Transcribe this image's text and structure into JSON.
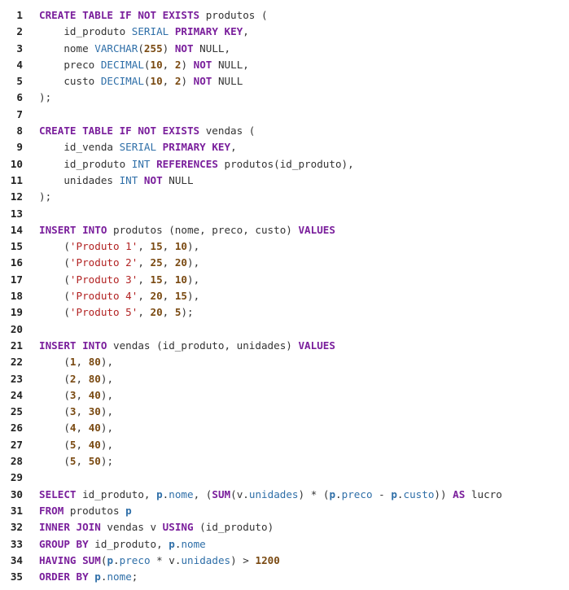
{
  "editor": {
    "lines": [
      {
        "n": "1",
        "tokens": [
          {
            "t": "kw",
            "v": "CREATE TABLE IF NOT EXISTS"
          },
          {
            "t": "plain",
            "v": " produtos ("
          }
        ]
      },
      {
        "n": "2",
        "tokens": [
          {
            "t": "plain",
            "v": "    id_produto "
          },
          {
            "t": "type",
            "v": "SERIAL"
          },
          {
            "t": "plain",
            "v": " "
          },
          {
            "t": "kw",
            "v": "PRIMARY KEY"
          },
          {
            "t": "plain",
            "v": ","
          }
        ]
      },
      {
        "n": "3",
        "tokens": [
          {
            "t": "plain",
            "v": "    nome "
          },
          {
            "t": "type",
            "v": "VARCHAR"
          },
          {
            "t": "plain",
            "v": "("
          },
          {
            "t": "num",
            "v": "255"
          },
          {
            "t": "plain",
            "v": ") "
          },
          {
            "t": "kw",
            "v": "NOT"
          },
          {
            "t": "plain",
            "v": " NULL,"
          }
        ]
      },
      {
        "n": "4",
        "tokens": [
          {
            "t": "plain",
            "v": "    preco "
          },
          {
            "t": "type",
            "v": "DECIMAL"
          },
          {
            "t": "plain",
            "v": "("
          },
          {
            "t": "num",
            "v": "10"
          },
          {
            "t": "plain",
            "v": ", "
          },
          {
            "t": "num",
            "v": "2"
          },
          {
            "t": "plain",
            "v": ") "
          },
          {
            "t": "kw",
            "v": "NOT"
          },
          {
            "t": "plain",
            "v": " NULL,"
          }
        ]
      },
      {
        "n": "5",
        "tokens": [
          {
            "t": "plain",
            "v": "    custo "
          },
          {
            "t": "type",
            "v": "DECIMAL"
          },
          {
            "t": "plain",
            "v": "("
          },
          {
            "t": "num",
            "v": "10"
          },
          {
            "t": "plain",
            "v": ", "
          },
          {
            "t": "num",
            "v": "2"
          },
          {
            "t": "plain",
            "v": ") "
          },
          {
            "t": "kw",
            "v": "NOT"
          },
          {
            "t": "plain",
            "v": " NULL"
          }
        ]
      },
      {
        "n": "6",
        "tokens": [
          {
            "t": "plain",
            "v": ");"
          }
        ]
      },
      {
        "n": "7",
        "tokens": []
      },
      {
        "n": "8",
        "tokens": [
          {
            "t": "kw",
            "v": "CREATE TABLE IF NOT EXISTS"
          },
          {
            "t": "plain",
            "v": " vendas ("
          }
        ]
      },
      {
        "n": "9",
        "tokens": [
          {
            "t": "plain",
            "v": "    id_venda "
          },
          {
            "t": "type",
            "v": "SERIAL"
          },
          {
            "t": "plain",
            "v": " "
          },
          {
            "t": "kw",
            "v": "PRIMARY KEY"
          },
          {
            "t": "plain",
            "v": ","
          }
        ]
      },
      {
        "n": "10",
        "tokens": [
          {
            "t": "plain",
            "v": "    id_produto "
          },
          {
            "t": "type",
            "v": "INT"
          },
          {
            "t": "plain",
            "v": " "
          },
          {
            "t": "kw",
            "v": "REFERENCES"
          },
          {
            "t": "plain",
            "v": " produtos(id_produto),"
          }
        ]
      },
      {
        "n": "11",
        "tokens": [
          {
            "t": "plain",
            "v": "    unidades "
          },
          {
            "t": "type",
            "v": "INT"
          },
          {
            "t": "plain",
            "v": " "
          },
          {
            "t": "kw",
            "v": "NOT"
          },
          {
            "t": "plain",
            "v": " NULL"
          }
        ]
      },
      {
        "n": "12",
        "tokens": [
          {
            "t": "plain",
            "v": ");"
          }
        ]
      },
      {
        "n": "13",
        "tokens": []
      },
      {
        "n": "14",
        "tokens": [
          {
            "t": "kw",
            "v": "INSERT INTO"
          },
          {
            "t": "plain",
            "v": " produtos (nome, preco, custo) "
          },
          {
            "t": "kw",
            "v": "VALUES"
          }
        ]
      },
      {
        "n": "15",
        "tokens": [
          {
            "t": "plain",
            "v": "    ("
          },
          {
            "t": "str",
            "v": "'Produto 1'"
          },
          {
            "t": "plain",
            "v": ", "
          },
          {
            "t": "num",
            "v": "15"
          },
          {
            "t": "plain",
            "v": ", "
          },
          {
            "t": "num",
            "v": "10"
          },
          {
            "t": "plain",
            "v": "),"
          }
        ]
      },
      {
        "n": "16",
        "tokens": [
          {
            "t": "plain",
            "v": "    ("
          },
          {
            "t": "str",
            "v": "'Produto 2'"
          },
          {
            "t": "plain",
            "v": ", "
          },
          {
            "t": "num",
            "v": "25"
          },
          {
            "t": "plain",
            "v": ", "
          },
          {
            "t": "num",
            "v": "20"
          },
          {
            "t": "plain",
            "v": "),"
          }
        ]
      },
      {
        "n": "17",
        "tokens": [
          {
            "t": "plain",
            "v": "    ("
          },
          {
            "t": "str",
            "v": "'Produto 3'"
          },
          {
            "t": "plain",
            "v": ", "
          },
          {
            "t": "num",
            "v": "15"
          },
          {
            "t": "plain",
            "v": ", "
          },
          {
            "t": "num",
            "v": "10"
          },
          {
            "t": "plain",
            "v": "),"
          }
        ]
      },
      {
        "n": "18",
        "tokens": [
          {
            "t": "plain",
            "v": "    ("
          },
          {
            "t": "str",
            "v": "'Produto 4'"
          },
          {
            "t": "plain",
            "v": ", "
          },
          {
            "t": "num",
            "v": "20"
          },
          {
            "t": "plain",
            "v": ", "
          },
          {
            "t": "num",
            "v": "15"
          },
          {
            "t": "plain",
            "v": "),"
          }
        ]
      },
      {
        "n": "19",
        "tokens": [
          {
            "t": "plain",
            "v": "    ("
          },
          {
            "t": "str",
            "v": "'Produto 5'"
          },
          {
            "t": "plain",
            "v": ", "
          },
          {
            "t": "num",
            "v": "20"
          },
          {
            "t": "plain",
            "v": ", "
          },
          {
            "t": "num",
            "v": "5"
          },
          {
            "t": "plain",
            "v": ");"
          }
        ]
      },
      {
        "n": "20",
        "tokens": []
      },
      {
        "n": "21",
        "tokens": [
          {
            "t": "kw",
            "v": "INSERT INTO"
          },
          {
            "t": "plain",
            "v": " vendas (id_produto, unidades) "
          },
          {
            "t": "kw",
            "v": "VALUES"
          }
        ]
      },
      {
        "n": "22",
        "tokens": [
          {
            "t": "plain",
            "v": "    ("
          },
          {
            "t": "num",
            "v": "1"
          },
          {
            "t": "plain",
            "v": ", "
          },
          {
            "t": "num",
            "v": "80"
          },
          {
            "t": "plain",
            "v": "),"
          }
        ]
      },
      {
        "n": "23",
        "tokens": [
          {
            "t": "plain",
            "v": "    ("
          },
          {
            "t": "num",
            "v": "2"
          },
          {
            "t": "plain",
            "v": ", "
          },
          {
            "t": "num",
            "v": "80"
          },
          {
            "t": "plain",
            "v": "),"
          }
        ]
      },
      {
        "n": "24",
        "tokens": [
          {
            "t": "plain",
            "v": "    ("
          },
          {
            "t": "num",
            "v": "3"
          },
          {
            "t": "plain",
            "v": ", "
          },
          {
            "t": "num",
            "v": "40"
          },
          {
            "t": "plain",
            "v": "),"
          }
        ]
      },
      {
        "n": "25",
        "tokens": [
          {
            "t": "plain",
            "v": "    ("
          },
          {
            "t": "num",
            "v": "3"
          },
          {
            "t": "plain",
            "v": ", "
          },
          {
            "t": "num",
            "v": "30"
          },
          {
            "t": "plain",
            "v": "),"
          }
        ]
      },
      {
        "n": "26",
        "tokens": [
          {
            "t": "plain",
            "v": "    ("
          },
          {
            "t": "num",
            "v": "4"
          },
          {
            "t": "plain",
            "v": ", "
          },
          {
            "t": "num",
            "v": "40"
          },
          {
            "t": "plain",
            "v": "),"
          }
        ]
      },
      {
        "n": "27",
        "tokens": [
          {
            "t": "plain",
            "v": "    ("
          },
          {
            "t": "num",
            "v": "5"
          },
          {
            "t": "plain",
            "v": ", "
          },
          {
            "t": "num",
            "v": "40"
          },
          {
            "t": "plain",
            "v": "),"
          }
        ]
      },
      {
        "n": "28",
        "tokens": [
          {
            "t": "plain",
            "v": "    ("
          },
          {
            "t": "num",
            "v": "5"
          },
          {
            "t": "plain",
            "v": ", "
          },
          {
            "t": "num",
            "v": "50"
          },
          {
            "t": "plain",
            "v": ");"
          }
        ]
      },
      {
        "n": "29",
        "tokens": []
      },
      {
        "n": "30",
        "tokens": [
          {
            "t": "kw",
            "v": "SELECT"
          },
          {
            "t": "plain",
            "v": " id_produto, "
          },
          {
            "t": "alias",
            "v": "p"
          },
          {
            "t": "plain",
            "v": "."
          },
          {
            "t": "prop",
            "v": "nome"
          },
          {
            "t": "plain",
            "v": ", ("
          },
          {
            "t": "kw",
            "v": "SUM"
          },
          {
            "t": "plain",
            "v": "(v."
          },
          {
            "t": "prop",
            "v": "unidades"
          },
          {
            "t": "plain",
            "v": ") * ("
          },
          {
            "t": "alias",
            "v": "p"
          },
          {
            "t": "plain",
            "v": "."
          },
          {
            "t": "prop",
            "v": "preco"
          },
          {
            "t": "plain",
            "v": " - "
          },
          {
            "t": "alias",
            "v": "p"
          },
          {
            "t": "plain",
            "v": "."
          },
          {
            "t": "prop",
            "v": "custo"
          },
          {
            "t": "plain",
            "v": ")) "
          },
          {
            "t": "kw",
            "v": "AS"
          },
          {
            "t": "plain",
            "v": " lucro"
          }
        ]
      },
      {
        "n": "31",
        "tokens": [
          {
            "t": "kw",
            "v": "FROM"
          },
          {
            "t": "plain",
            "v": " produtos "
          },
          {
            "t": "alias",
            "v": "p"
          }
        ]
      },
      {
        "n": "32",
        "tokens": [
          {
            "t": "kw",
            "v": "INNER JOIN"
          },
          {
            "t": "plain",
            "v": " vendas v "
          },
          {
            "t": "kw",
            "v": "USING"
          },
          {
            "t": "plain",
            "v": " (id_produto)"
          }
        ]
      },
      {
        "n": "33",
        "tokens": [
          {
            "t": "kw",
            "v": "GROUP BY"
          },
          {
            "t": "plain",
            "v": " id_produto, "
          },
          {
            "t": "alias",
            "v": "p"
          },
          {
            "t": "plain",
            "v": "."
          },
          {
            "t": "prop",
            "v": "nome"
          }
        ]
      },
      {
        "n": "34",
        "tokens": [
          {
            "t": "kw",
            "v": "HAVING"
          },
          {
            "t": "plain",
            "v": " "
          },
          {
            "t": "kw",
            "v": "SUM"
          },
          {
            "t": "plain",
            "v": "("
          },
          {
            "t": "alias",
            "v": "p"
          },
          {
            "t": "plain",
            "v": "."
          },
          {
            "t": "prop",
            "v": "preco"
          },
          {
            "t": "plain",
            "v": " * v."
          },
          {
            "t": "prop",
            "v": "unidades"
          },
          {
            "t": "plain",
            "v": ") > "
          },
          {
            "t": "num",
            "v": "1200"
          }
        ]
      },
      {
        "n": "35",
        "tokens": [
          {
            "t": "kw",
            "v": "ORDER BY"
          },
          {
            "t": "plain",
            "v": " "
          },
          {
            "t": "alias",
            "v": "p"
          },
          {
            "t": "plain",
            "v": "."
          },
          {
            "t": "prop",
            "v": "nome"
          },
          {
            "t": "plain",
            "v": ";"
          }
        ]
      }
    ]
  },
  "colors": {
    "keyword": "#7a1f9c",
    "type": "#2f6fa8",
    "number": "#7a4a12",
    "string": "#b22222",
    "text": "#333333",
    "background": "#ffffff"
  }
}
